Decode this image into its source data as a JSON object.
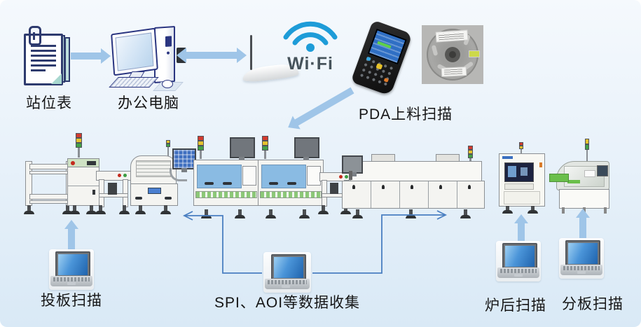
{
  "diagram": {
    "top": {
      "station_table_label": "站位表",
      "office_computer_label": "办公电脑",
      "wifi_text": "Wi·Fi",
      "pda_scan_label": "PDA上料扫描"
    },
    "bottom": {
      "board_feed_scan_label": "投板扫描",
      "data_collection_label": "SPI、AOI等数据收集",
      "post_reflow_scan_label": "炉后扫描",
      "depanel_scan_label": "分板扫描"
    },
    "machines": [
      {
        "name": "board-loader-rack"
      },
      {
        "name": "pcb-magazine-loader"
      },
      {
        "name": "conveyor"
      },
      {
        "name": "solder-paste-printer"
      },
      {
        "name": "pick-and-place-machine-1"
      },
      {
        "name": "pick-and-place-machine-2"
      },
      {
        "name": "conveyor"
      },
      {
        "name": "reflow-oven"
      },
      {
        "name": "aoi-inspection-machine"
      },
      {
        "name": "depaneling-router-machine"
      }
    ],
    "icons": {
      "document-icon": "css-shape",
      "desktop-computer-icon": "css-shape",
      "wifi-router-icon": "css-shape",
      "wifi-icon": "svg-arcs",
      "pda-scanner-icon": "css-shape",
      "component-reel-photo": "css-shape",
      "signal-tower-icon": "css-shape",
      "laptop-icon": "css-shape",
      "arrow-right-icon": "css-triangle",
      "arrow-double-icon": "css-triangle",
      "arrow-diagonal-icon": "css-triangle",
      "arrow-up-icon": "css-triangle",
      "data-connector-line": "svg-polyline"
    },
    "colors": {
      "background": "#e9f2fa",
      "thick_arrow_blue": "#9fc5e8",
      "connector_line_blue": "#4a7fc1",
      "wifi_blue": "#1e9cd8",
      "wifi_text_gray": "#46535b",
      "signal_red": "#d23b2f",
      "signal_yellow": "#e6c22d",
      "signal_green": "#43a047",
      "machine_window_blue": "#8abbe3",
      "laptop_screen_blue": "#4a94d8",
      "document_outline_navy": "#2e3b6e"
    }
  }
}
